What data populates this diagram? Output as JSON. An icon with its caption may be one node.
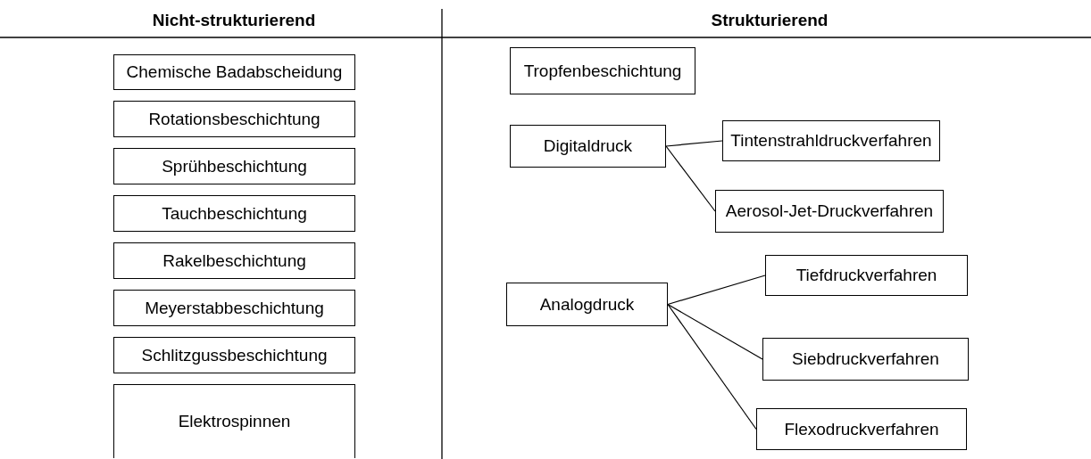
{
  "diagram": {
    "nodes": [
      {
        "text": [
          "Chemische Badabscheidung"
        ]
      },
      {
        "text": [
          "Rotationsbeschichtung"
        ]
      },
      {
        "text": [
          "Sprühbeschichtung"
        ]
      },
      {
        "text": [
          "Tauchbeschichtung"
        ]
      },
      {
        "text": [
          "Rakelbeschichtung"
        ]
      },
      {
        "text": [
          "Meyerstabbeschichtung"
        ]
      },
      {
        "text": [
          "Schlitzgussbeschichtung"
        ]
      },
      {
        "text": [
          "Elektrospinnen"
        ]
      },
      {
        "text": [
          "Tropfenbeschichtung"
        ]
      },
      {
        "text": [
          "Digitaldruck"
        ]
      },
      {
        "text": [
          "Tintenstrahldruckverfahren"
        ]
      },
      {
        "text": [
          "Aerosol-Jet-Druckverfahren"
        ]
      },
      {
        "text": [
          "Analogdruck"
        ]
      },
      {
        "text": [
          "Tiefdruckverfahren"
        ]
      },
      {
        "text": [
          "Siebdruckverfahren"
        ]
      },
      {
        "text": [
          "Flexodruckverfahren"
        ]
      }
    ],
    "edges": [
      {
        "from": 9,
        "to": 10,
        "arrow": "none"
      },
      {
        "from": 9,
        "to": 11,
        "arrow": "none"
      },
      {
        "from": 12,
        "to": 13,
        "arrow": "none"
      },
      {
        "from": 12,
        "to": 14,
        "arrow": "none"
      },
      {
        "from": 12,
        "to": 15,
        "arrow": "none"
      }
    ],
    "labels": [
      "Nicht-strukturierend",
      "Strukturierend"
    ]
  }
}
